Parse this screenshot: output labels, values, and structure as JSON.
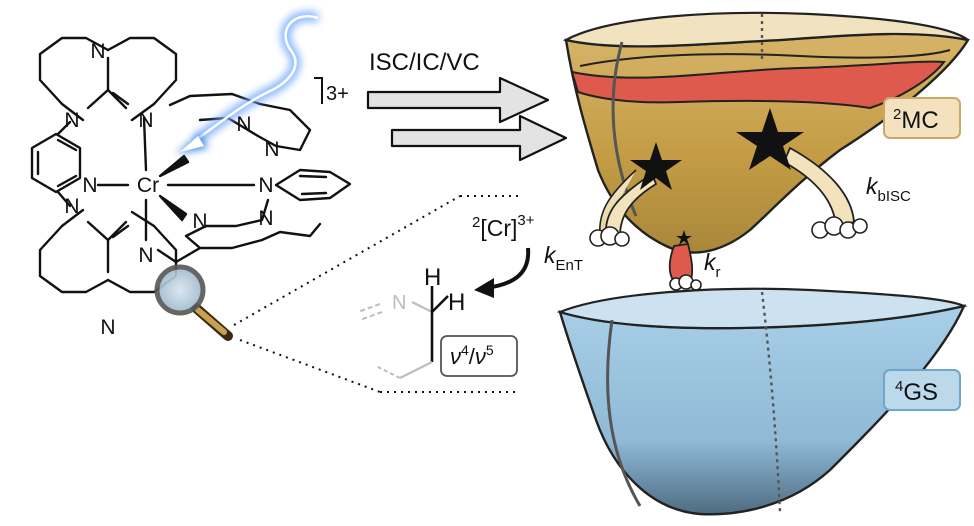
{
  "process_label": "ISC/IC/VC",
  "complex": {
    "charge": "3+",
    "metal": "Cr",
    "nitrogen": "N"
  },
  "states": {
    "excited": {
      "sup": "2",
      "name": "MC",
      "box_fill": "#f3e2bd",
      "box_stroke": "#c9a86a"
    },
    "ground": {
      "sup": "4",
      "name": "GS",
      "box_fill": "#bcd9ec",
      "box_stroke": "#6fa6c9"
    }
  },
  "quencher": {
    "sup": "2",
    "name": "[Cr]",
    "charge": "3+"
  },
  "rates": {
    "energy_transfer": {
      "k": "k",
      "sub": "EnT"
    },
    "radiative": {
      "k": "k",
      "sub": "r"
    },
    "back_isc": {
      "k": "k",
      "sub": "bISC"
    }
  },
  "vibration": {
    "v": "ν",
    "sup_a": "4",
    "sep": "/",
    "sup_b": "5"
  },
  "fragment_atoms": {
    "nitrogen": "N",
    "h1": "H",
    "h2": "H"
  },
  "colors": {
    "upper_surface": "#c8a24f",
    "upper_rim": "#f1e3bf",
    "hot_band": "#de5a4c",
    "lower_surface": "#9ec8e3",
    "lower_rim": "#cde2f0",
    "excitation_glow": "#6fa8ff"
  }
}
